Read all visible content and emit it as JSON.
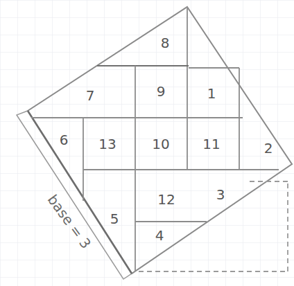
{
  "diagram": {
    "labels": [
      "8",
      "7",
      "9",
      "1",
      "6",
      "13",
      "10",
      "11",
      "2",
      "12",
      "3",
      "5",
      "4",
      "base = 3"
    ]
  }
}
